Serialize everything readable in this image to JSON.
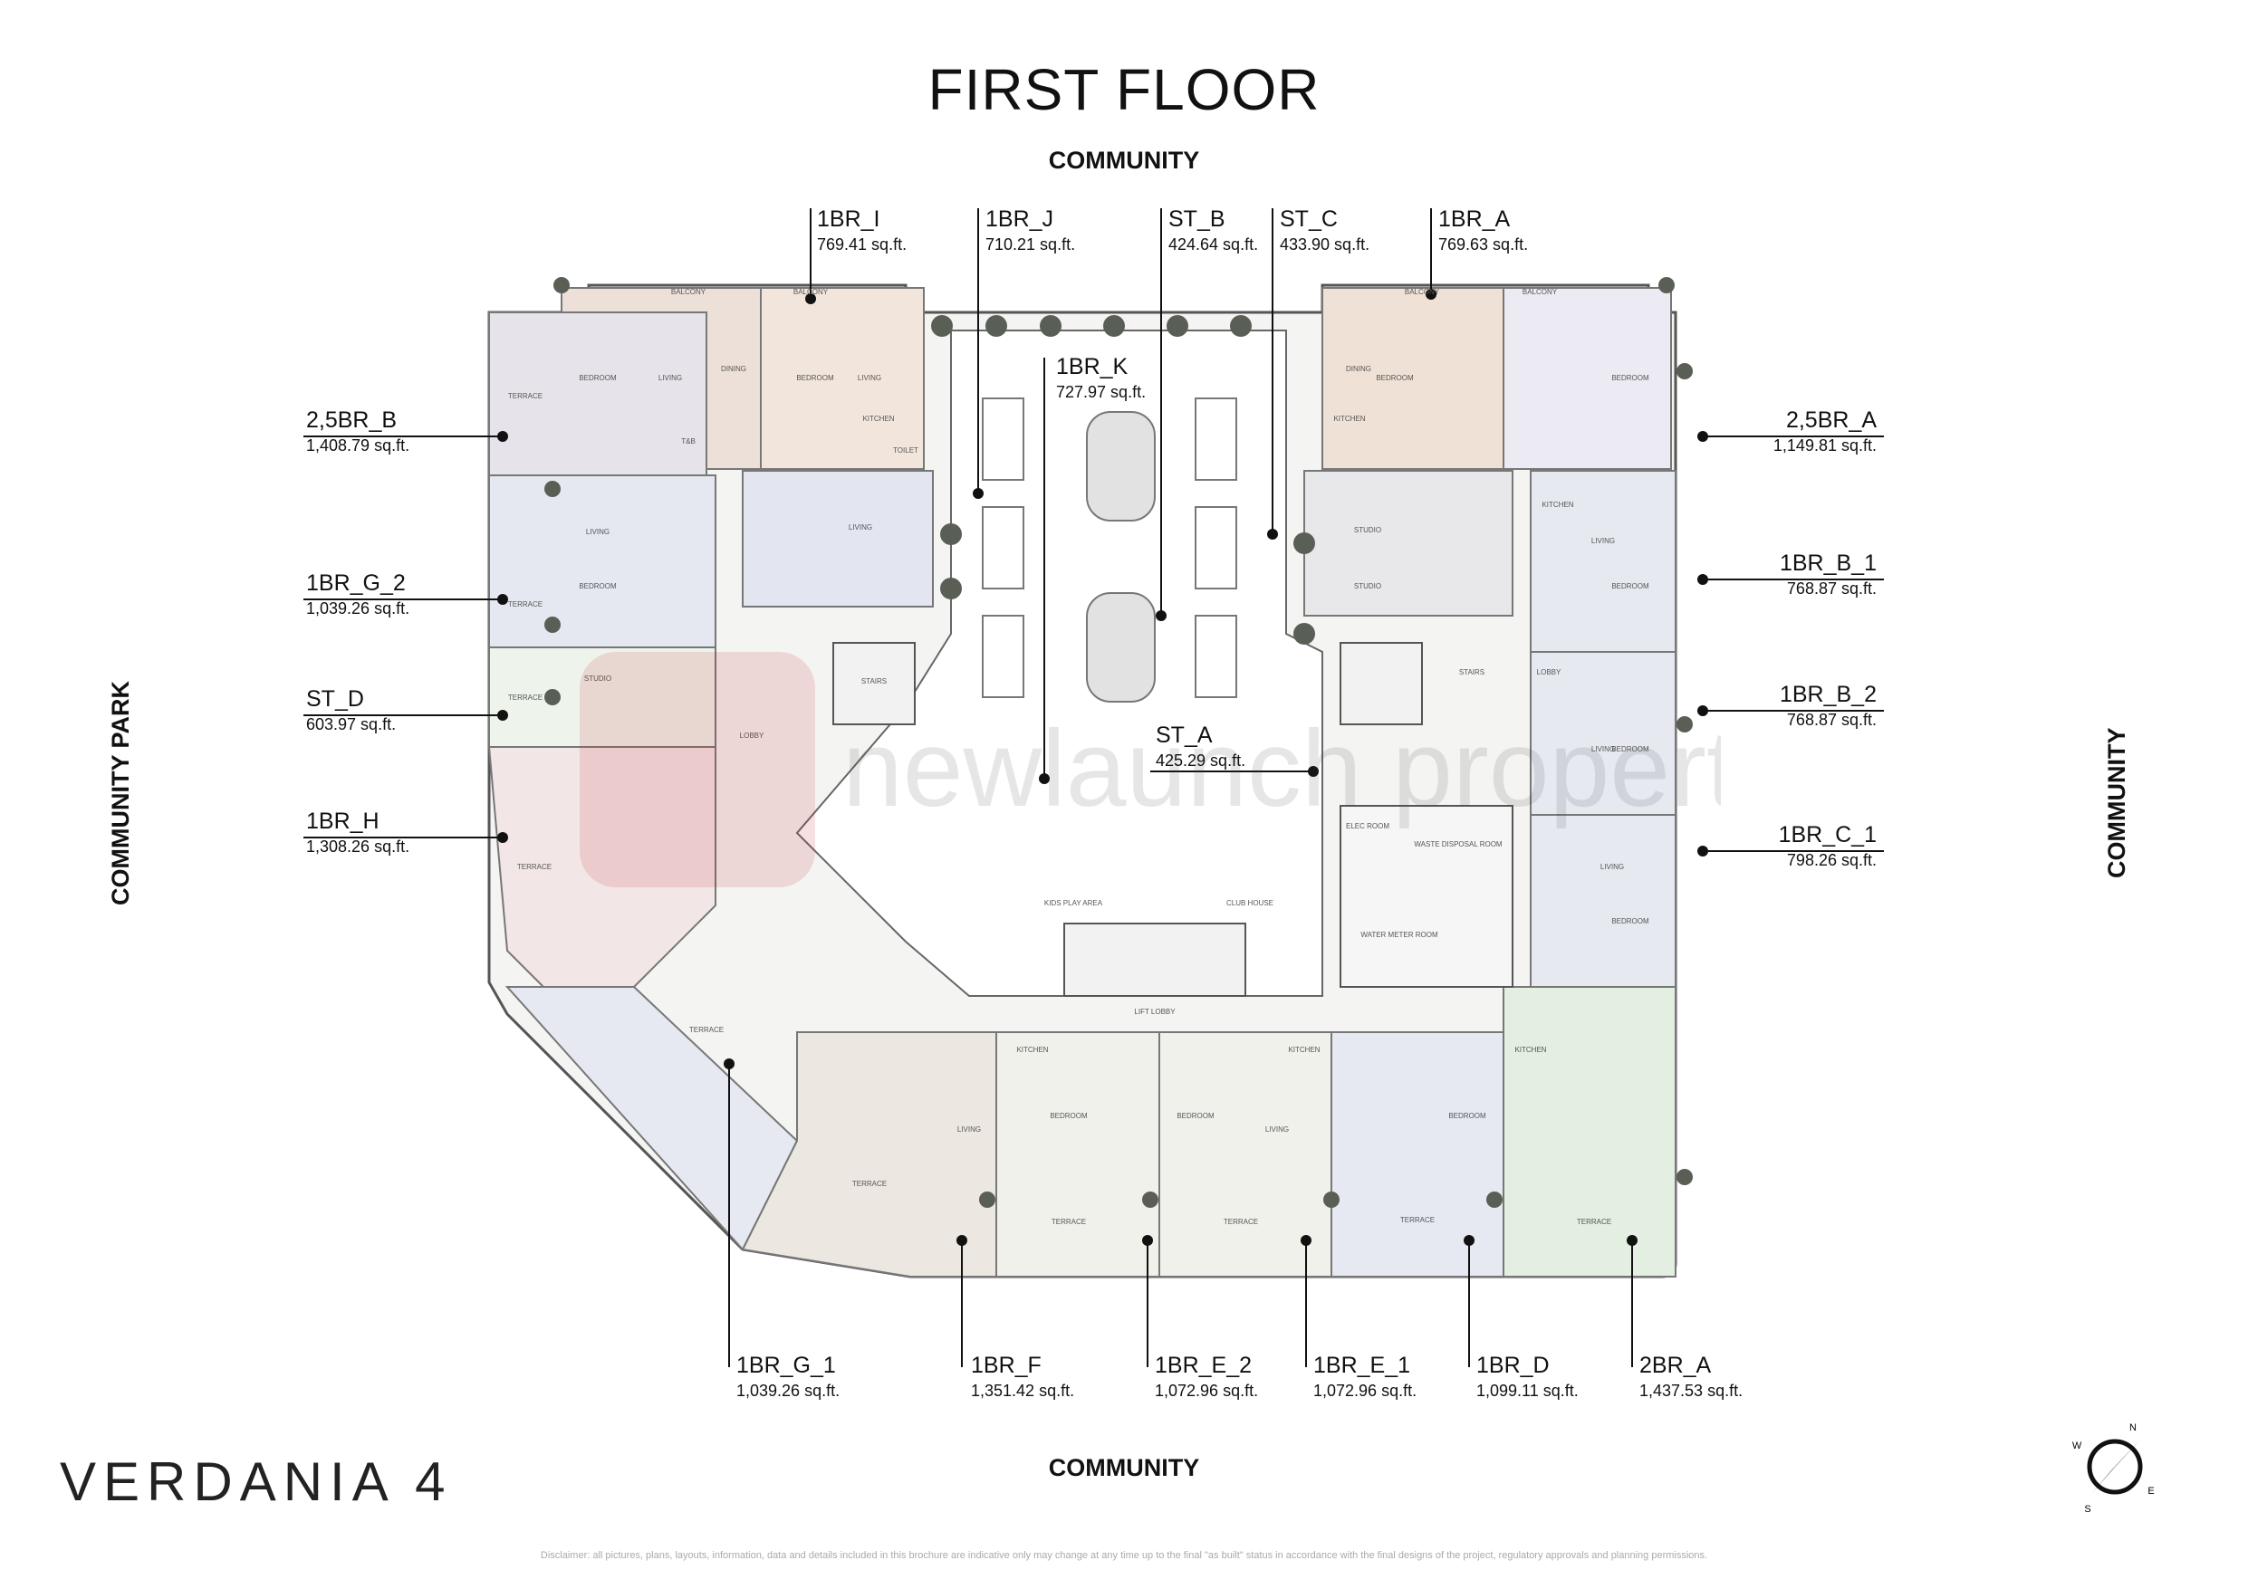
{
  "title": "FIRST FLOOR",
  "sides": {
    "top": "COMMUNITY",
    "bottom": "COMMUNITY",
    "left": "COMMUNITY PARK",
    "right": "COMMUNITY"
  },
  "brand": "VERDANIA 4",
  "disclaimer": "Disclaimer: all pictures, plans, layouts, information, data and details included in this brochure are indicative only may change at any time up to the final \"as built\" status in accordance with the final designs of the project, regulatory approvals and planning permissions.",
  "watermark": "newlaunch properties",
  "compass": {
    "letters": [
      "N",
      "E",
      "S",
      "W"
    ]
  },
  "room_labels": {
    "terrace": "TERRACE",
    "balcony": "BALCONY",
    "bedroom": "BEDROOM",
    "living": "LIVING",
    "kitchen": "KITCHEN",
    "dining": "DINING",
    "studio": "STUDIO",
    "toilet": "TOILET",
    "tb": "T&B",
    "stairs": "STAIRS",
    "lobby": "LOBBY",
    "club_house": "CLUB HOUSE",
    "kids_play_area": "KIDS PLAY AREA",
    "lift_lobby": "LIFT LOBBY",
    "elec_room": "ELEC ROOM",
    "waste_disposal_room": "WASTE DISPOSAL ROOM",
    "water_meter_room": "WATER METER ROOM"
  },
  "units": [
    {
      "id": "1BR_I",
      "area": "769.41 sq.ft."
    },
    {
      "id": "1BR_J",
      "area": "710.21 sq.ft."
    },
    {
      "id": "ST_B",
      "area": "424.64 sq.ft."
    },
    {
      "id": "ST_C",
      "area": "433.90 sq.ft."
    },
    {
      "id": "1BR_A",
      "area": "769.63 sq.ft."
    },
    {
      "id": "1BR_K",
      "area": "727.97 sq.ft."
    },
    {
      "id": "2,5BR_B",
      "area": "1,408.79 sq.ft."
    },
    {
      "id": "1BR_G_2",
      "area": "1,039.26 sq.ft."
    },
    {
      "id": "ST_D",
      "area": "603.97 sq.ft."
    },
    {
      "id": "1BR_H",
      "area": "1,308.26 sq.ft."
    },
    {
      "id": "2,5BR_A",
      "area": "1,149.81 sq.ft."
    },
    {
      "id": "1BR_B_1",
      "area": "768.87 sq.ft."
    },
    {
      "id": "1BR_B_2",
      "area": "768.87 sq.ft."
    },
    {
      "id": "1BR_C_1",
      "area": "798.26 sq.ft."
    },
    {
      "id": "ST_A",
      "area": "425.29 sq.ft."
    },
    {
      "id": "1BR_G_1",
      "area": "1,039.26 sq.ft."
    },
    {
      "id": "1BR_F",
      "area": "1,351.42 sq.ft."
    },
    {
      "id": "1BR_E_2",
      "area": "1,072.96 sq.ft."
    },
    {
      "id": "1BR_E_1",
      "area": "1,072.96 sq.ft."
    },
    {
      "id": "1BR_D",
      "area": "1,099.11 sq.ft."
    },
    {
      "id": "2BR_A",
      "area": "1,437.53 sq.ft."
    }
  ]
}
